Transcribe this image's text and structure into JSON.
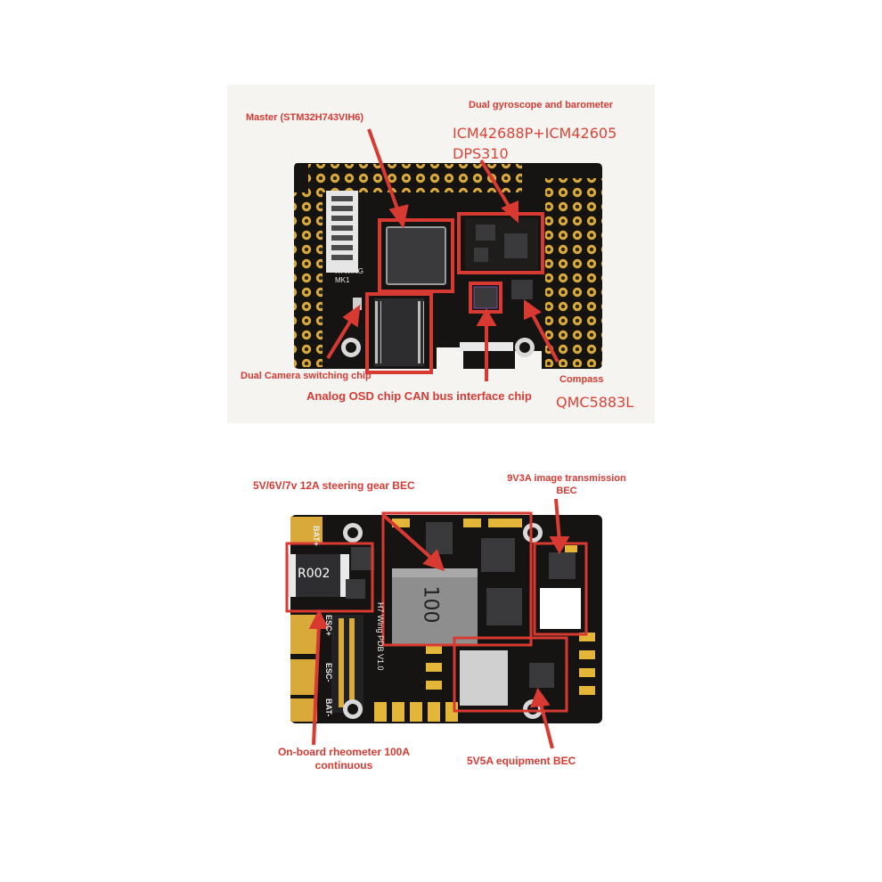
{
  "top_panel": {
    "labels": {
      "master": "Master (STM32H743VIH6)",
      "gyro_title": "Dual gyroscope and barometer",
      "gyro_chip": "ICM42688P+ICM42605",
      "baro_chip": "DPS310",
      "camera_switch": "Dual Camera switching chip",
      "osd_can": "Analog OSD chip CAN bus interface chip",
      "compass": "Compass",
      "compass_chip": "QMC5883L"
    },
    "silkscreen": {
      "line1": "H7WING",
      "line2": "MK1"
    }
  },
  "bottom_panel": {
    "labels": {
      "steering_bec": "5V/6V/7v 12A steering gear BEC",
      "vtx_bec_line1": "9V3A image transmission",
      "vtx_bec_line2": "BEC",
      "rheometer_line1": "On-board rheometer 100A",
      "rheometer_line2": "continuous",
      "equipment_bec": "5V5A equipment BEC"
    },
    "silkscreen": {
      "shunt": "R002",
      "inductor": "100",
      "bat_plus": "BAT+",
      "esc_plus": "ESC+",
      "esc_minus": "ESC-",
      "bat_minus": "BAT-",
      "board_name": "H7 Wing PDB V1.0"
    }
  },
  "colors": {
    "annotation_red": "#d83a32",
    "pcb_black": "#161412",
    "pad_gold": "#d9a93a",
    "chip_gray": "#3a3a3c"
  }
}
